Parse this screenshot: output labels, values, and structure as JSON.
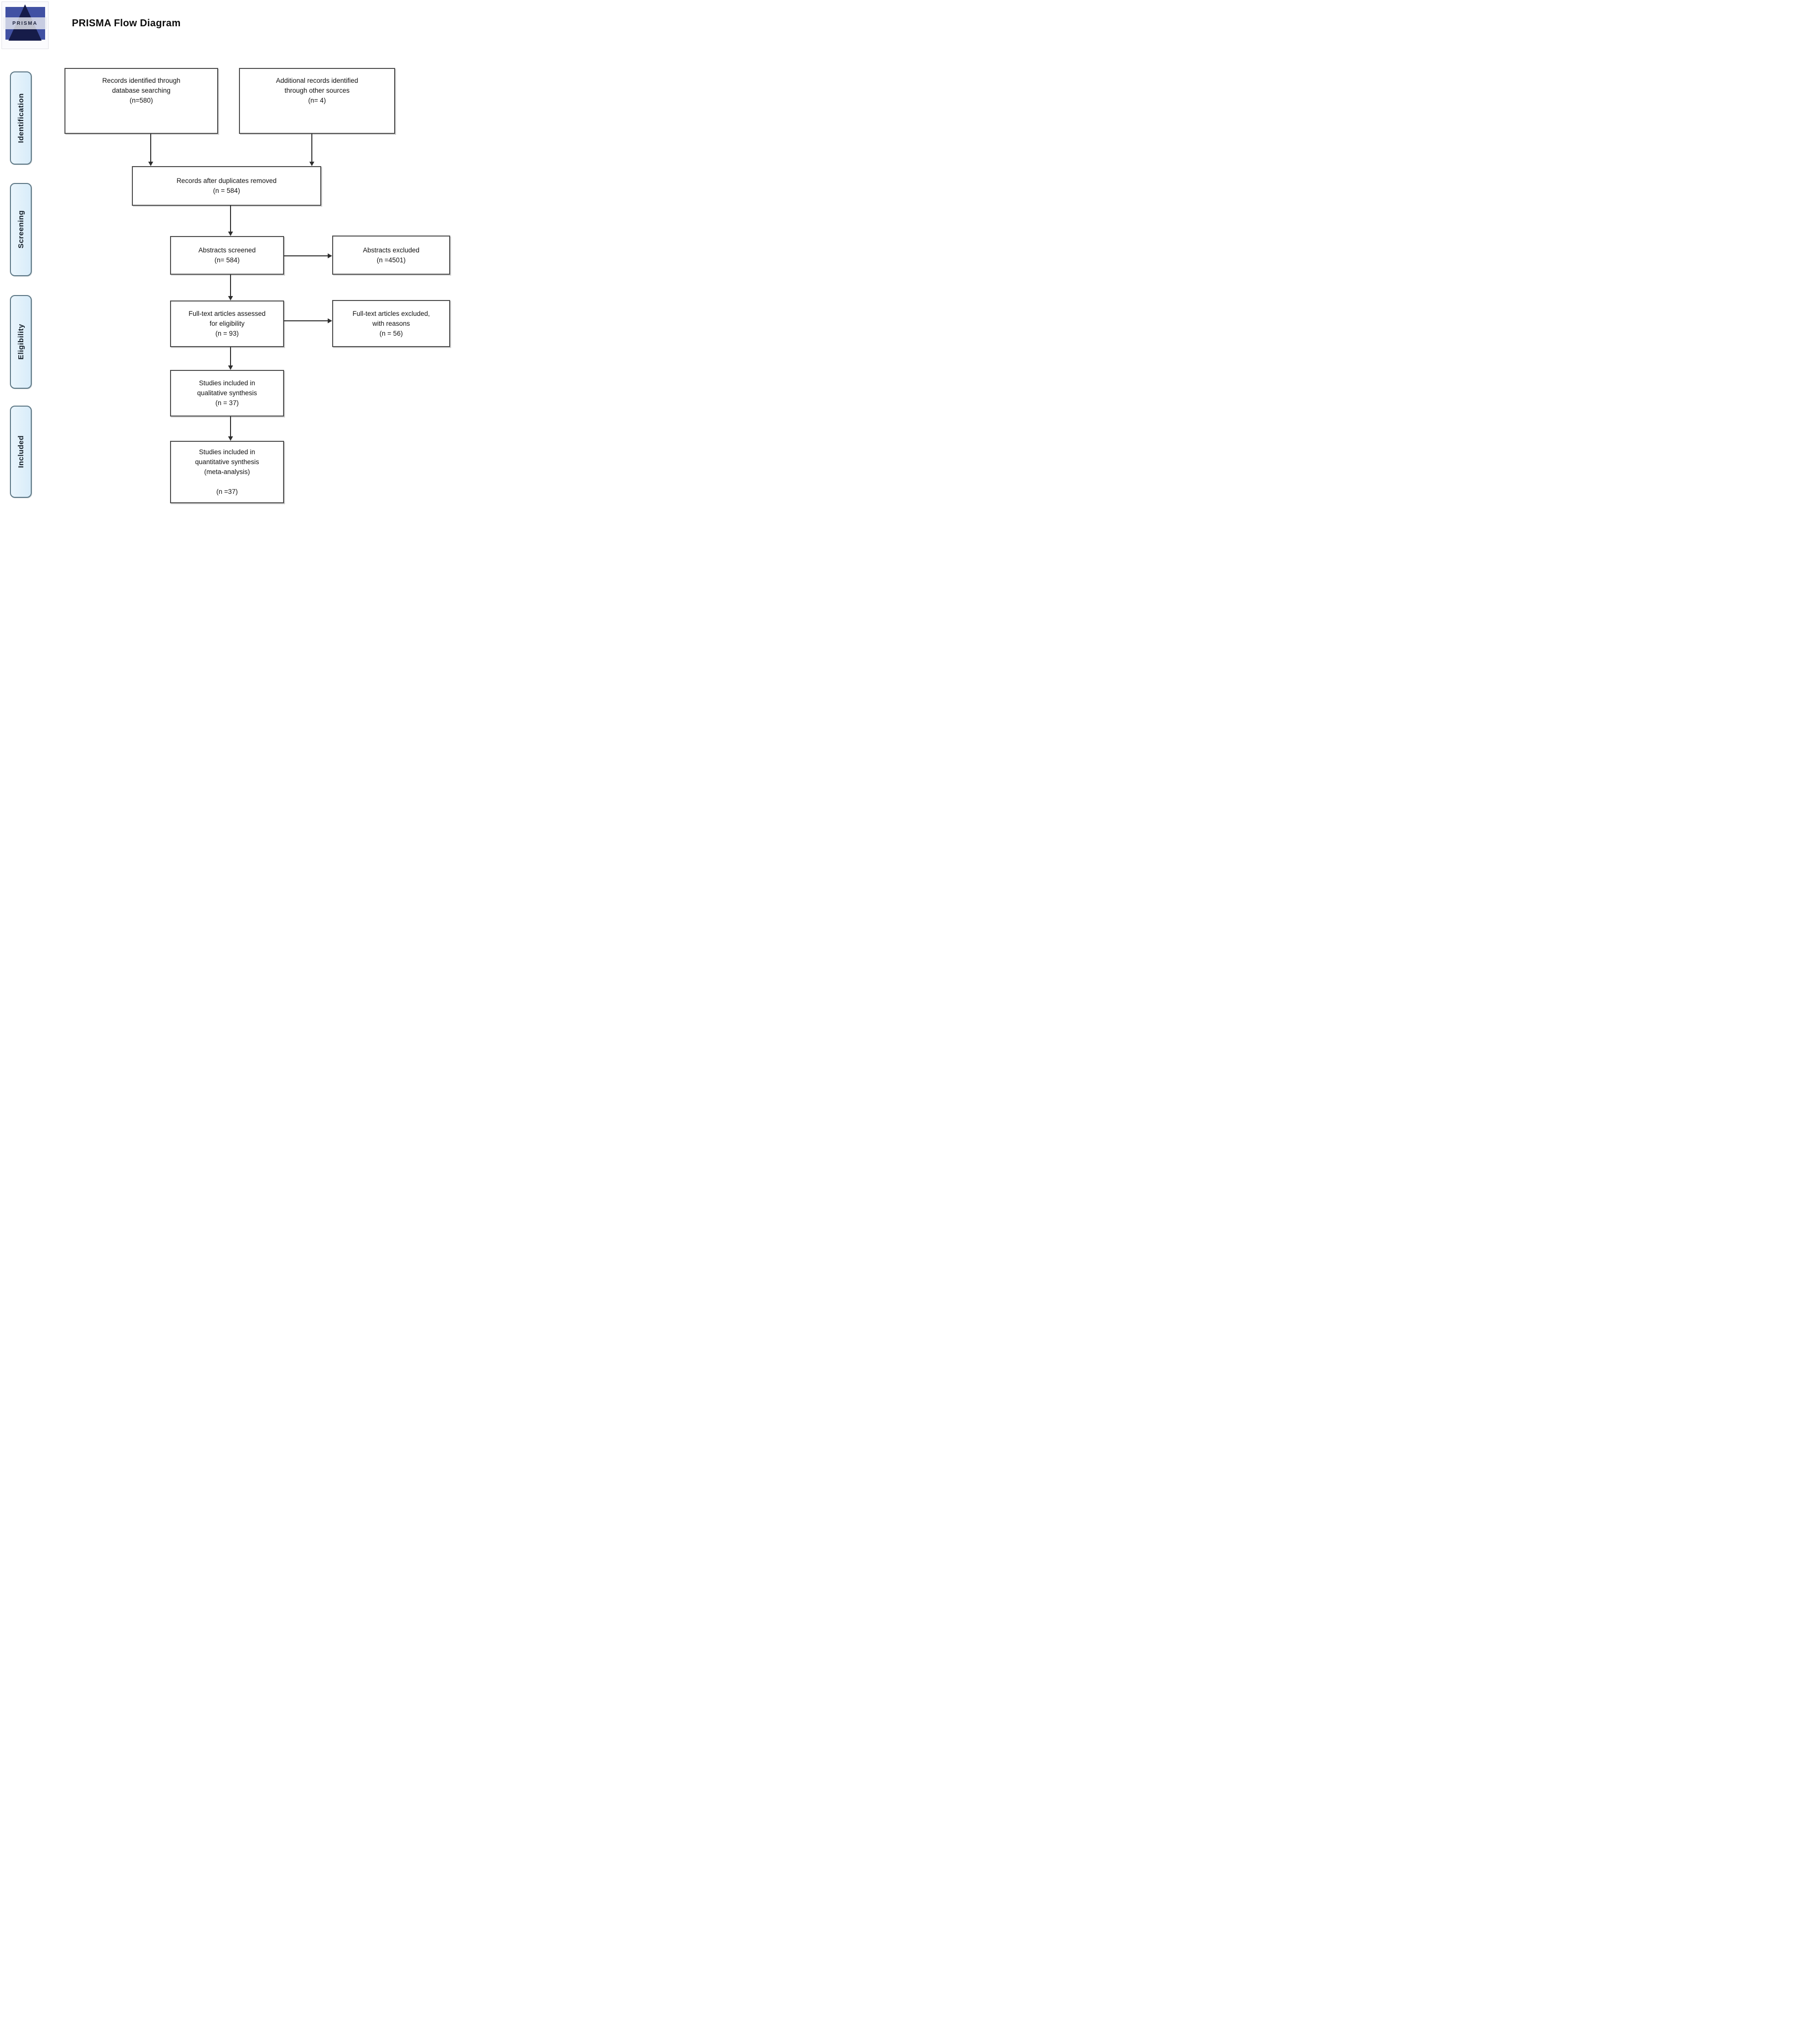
{
  "header": {
    "title": "PRISMA Flow Diagram",
    "logo_text": "PRISMA"
  },
  "stages": [
    {
      "label": "Identification"
    },
    {
      "label": "Screening"
    },
    {
      "label": "Eligibility"
    },
    {
      "label": "Included"
    }
  ],
  "boxes": {
    "records_identified": "Records identified through\ndatabase searching\n(n=580)",
    "additional_records": "Additional records identified\nthrough other sources\n(n= 4)",
    "after_duplicates": "Records after duplicates removed\n(n = 584)",
    "abstracts_screened": "Abstracts screened\n(n= 584)",
    "abstracts_excluded": "Abstracts excluded\n(n =4501)",
    "fulltext_assessed": "Full-text articles assessed\nfor eligibility\n(n = 93)",
    "fulltext_excluded": "Full-text articles excluded,\nwith reasons\n(n = 56)",
    "qualitative": "Studies included in\nqualitative synthesis\n(n = 37)",
    "quantitative": "Studies included in\nquantitative synthesis\n(meta-analysis)\n\n(n =37)"
  },
  "colors": {
    "stage_fill": "#d8ecf9",
    "stage_border": "#5e7886",
    "box_border": "#4d4d4d",
    "arrow": "#2e2e2e",
    "logo_blue": "#4151a3",
    "logo_navy": "#161c49"
  }
}
